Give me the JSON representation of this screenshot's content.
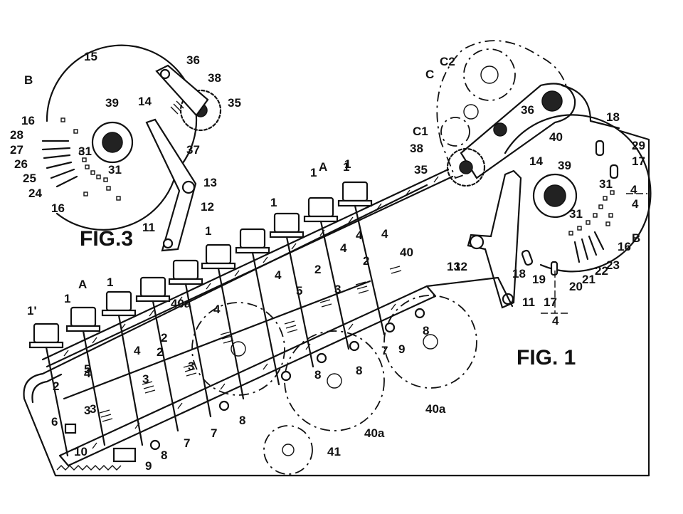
{
  "figures": {
    "fig1": "FIG. 1",
    "fig3": "FIG.3"
  },
  "labels": {
    "fig3": [
      "B",
      "15",
      "36",
      "38",
      "35",
      "39",
      "14",
      "37",
      "16",
      "28",
      "27",
      "26",
      "25",
      "24",
      "31",
      "31",
      "16",
      "13",
      "12",
      "11"
    ],
    "fig1_keys": [
      "1'",
      "1",
      "A",
      "1",
      "1",
      "1",
      "1",
      "1",
      "A",
      "1"
    ],
    "fig1_parts": [
      "2",
      "4",
      "4",
      "4",
      "4",
      "4",
      "5",
      "2",
      "3",
      "2",
      "4",
      "4",
      "2",
      "40a",
      "3",
      "3",
      "3",
      "2",
      "5",
      "3",
      "6",
      "10",
      "9",
      "8",
      "7",
      "8",
      "7",
      "8",
      "7",
      "8",
      "9",
      "8",
      "40a",
      "40a",
      "41"
    ],
    "fig1_mech": [
      "C",
      "C2",
      "C1",
      "38",
      "35",
      "36",
      "40",
      "14",
      "39",
      "18",
      "29",
      "17",
      "13",
      "31",
      "4",
      "31",
      "40",
      "12",
      "18",
      "16",
      "B",
      "19",
      "17",
      "20",
      "21",
      "22",
      "23",
      "11",
      "4",
      "4"
    ]
  }
}
